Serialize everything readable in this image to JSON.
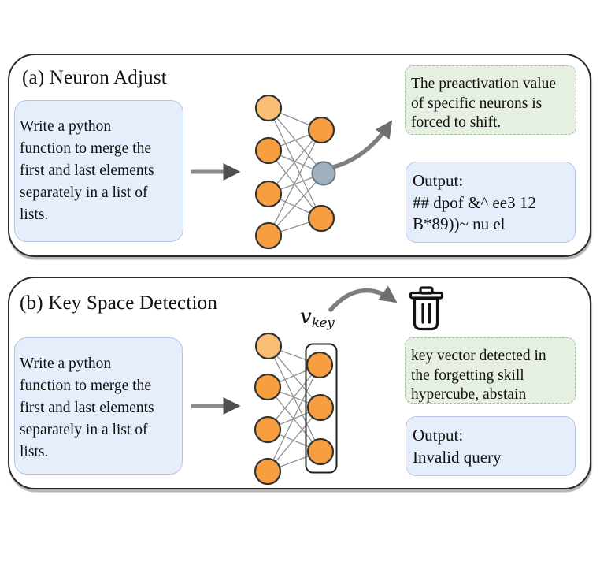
{
  "figure": {
    "panel_a": {
      "title": "(a) Neuron Adjust",
      "prompt_lines": [
        "Write a python",
        "function to merge the",
        "first and last elements",
        "separately in a list of",
        "lists."
      ],
      "note_lines": [
        "The preactivation value",
        "of specific neurons is",
        "forced to shift."
      ],
      "output_lines": [
        "Output:",
        "## dpof &^ ee3 12",
        "B*89))~ nu el"
      ],
      "network": {
        "input_nodes": 4,
        "output_nodes": 3,
        "highlighted_node": "middle output neuron (gray, shifted preactivation)"
      }
    },
    "panel_b": {
      "title": "(b) Key Space Detection",
      "prompt_lines": [
        "Write a python",
        "function to merge the",
        "first and last elements",
        "separately in a list of",
        "lists."
      ],
      "key_label_base": "v",
      "key_label_sub": "key",
      "note_lines": [
        "key vector detected in",
        "the forgetting skill",
        "hypercube, abstain"
      ],
      "output_lines": [
        "Output:",
        "Invalid query"
      ],
      "network": {
        "input_nodes": 4,
        "output_nodes": 3,
        "highlighted_node": "output column enclosed by key-space box"
      }
    },
    "icons": [
      "trash-can-icon",
      "right-arrow-icon",
      "curved-arrow-icon"
    ],
    "colors": {
      "node_orange": "#f79e41",
      "node_orange_light": "#f9bd74",
      "node_gray": "#9fb0bf",
      "node_border": "#333333",
      "prompt_box_bg": "#e7eefb",
      "prompt_box_border": "#b3c6e7",
      "note_box_bg": "#e6f0e2",
      "note_box_border": "#9dbf9a",
      "arrow_gray": "#8c8c8c",
      "panel_border": "#2a2a2a"
    }
  }
}
